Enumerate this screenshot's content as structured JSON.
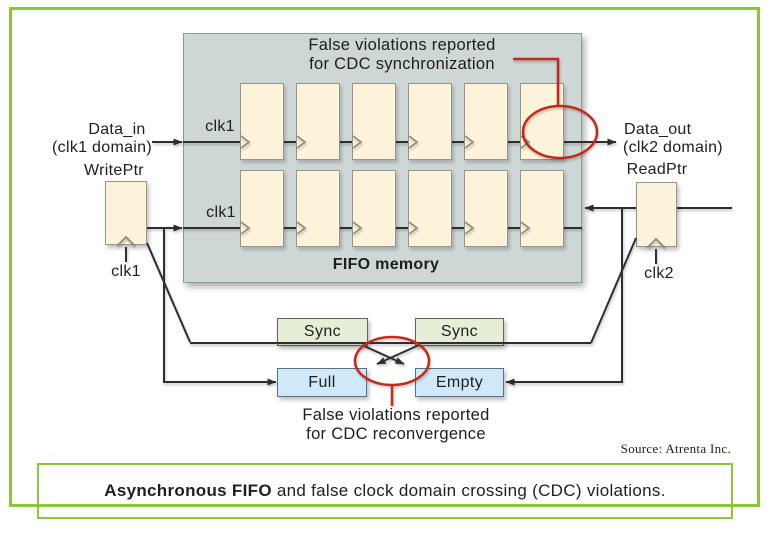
{
  "colors": {
    "border-green": "#8cc63e",
    "accent-red": "#c5291c",
    "wire": "#2e2e2e",
    "fifo-bg": "#cdd7d5",
    "ff-bg": "#fdf3da",
    "sync-bg": "#e7eed6",
    "flag-bg": "#cfe9f8",
    "text": "#1e1e1e"
  },
  "diagram": {
    "top_callout": {
      "line1": "False violations reported",
      "line2": "for CDC synchronization"
    },
    "data_in": {
      "line1": "Data_in",
      "line2": "(clk1 domain)"
    },
    "data_out": {
      "line1": "Data_out",
      "line2": "(clk2 domain)"
    },
    "write_ptr": {
      "label": "WritePtr",
      "clock": "clk1"
    },
    "read_ptr": {
      "label": "ReadPtr",
      "clock": "clk2"
    },
    "fifo": {
      "title": "FIFO memory",
      "row1_clock": "clk1",
      "row2_clock": "clk1",
      "rows": 2,
      "cols": 6
    },
    "sync_left": "Sync",
    "sync_right": "Sync",
    "full": "Full",
    "empty": "Empty",
    "bottom_callout": {
      "line1": "False violations reported",
      "line2": "for CDC reconvergence"
    },
    "source": "Source: Atrenta Inc."
  },
  "caption": {
    "bold": "Asynchronous FIFO",
    "rest": " and false clock domain crossing (CDC) violations."
  }
}
